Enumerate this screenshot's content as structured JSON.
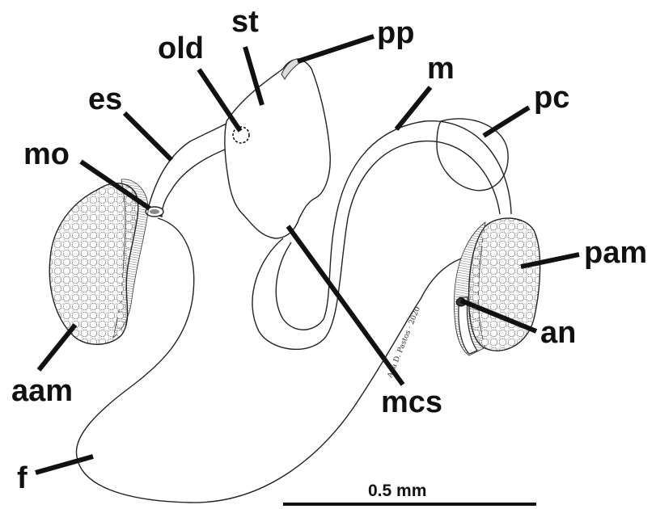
{
  "labels": {
    "st": "st",
    "pp": "pp",
    "old": "old",
    "m": "m",
    "es": "es",
    "pc": "pc",
    "mo": "mo",
    "pam": "pam",
    "an": "an",
    "aam": "aam",
    "mcs": "mcs",
    "f": "f"
  },
  "scale_bar": {
    "label": "0.5 mm"
  },
  "signature": "Ana D. Pastos · 2020",
  "colors": {
    "ink": "#111111",
    "background": "#ffffff"
  }
}
